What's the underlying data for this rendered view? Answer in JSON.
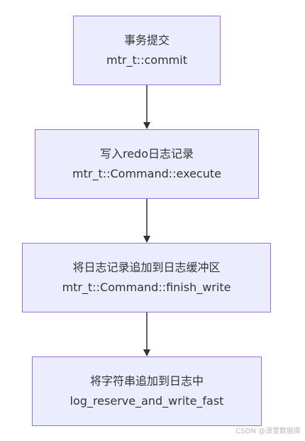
{
  "nodes": [
    {
      "title": "事务提交",
      "subtitle": "mtr_t::commit"
    },
    {
      "title": "写入redo日志记录",
      "subtitle": "mtr_t::Command::execute"
    },
    {
      "title": "将日志记录追加到日志缓冲区",
      "subtitle": "mtr_t::Command::finish_write"
    },
    {
      "title": "将字符串追加到日志中",
      "subtitle": "log_reserve_and_write_fast"
    }
  ],
  "watermark": "CSDN @漠雪数据库",
  "colors": {
    "node_fill": "#ececff",
    "node_border": "#9370db",
    "edge": "#333333",
    "text": "#333333"
  }
}
